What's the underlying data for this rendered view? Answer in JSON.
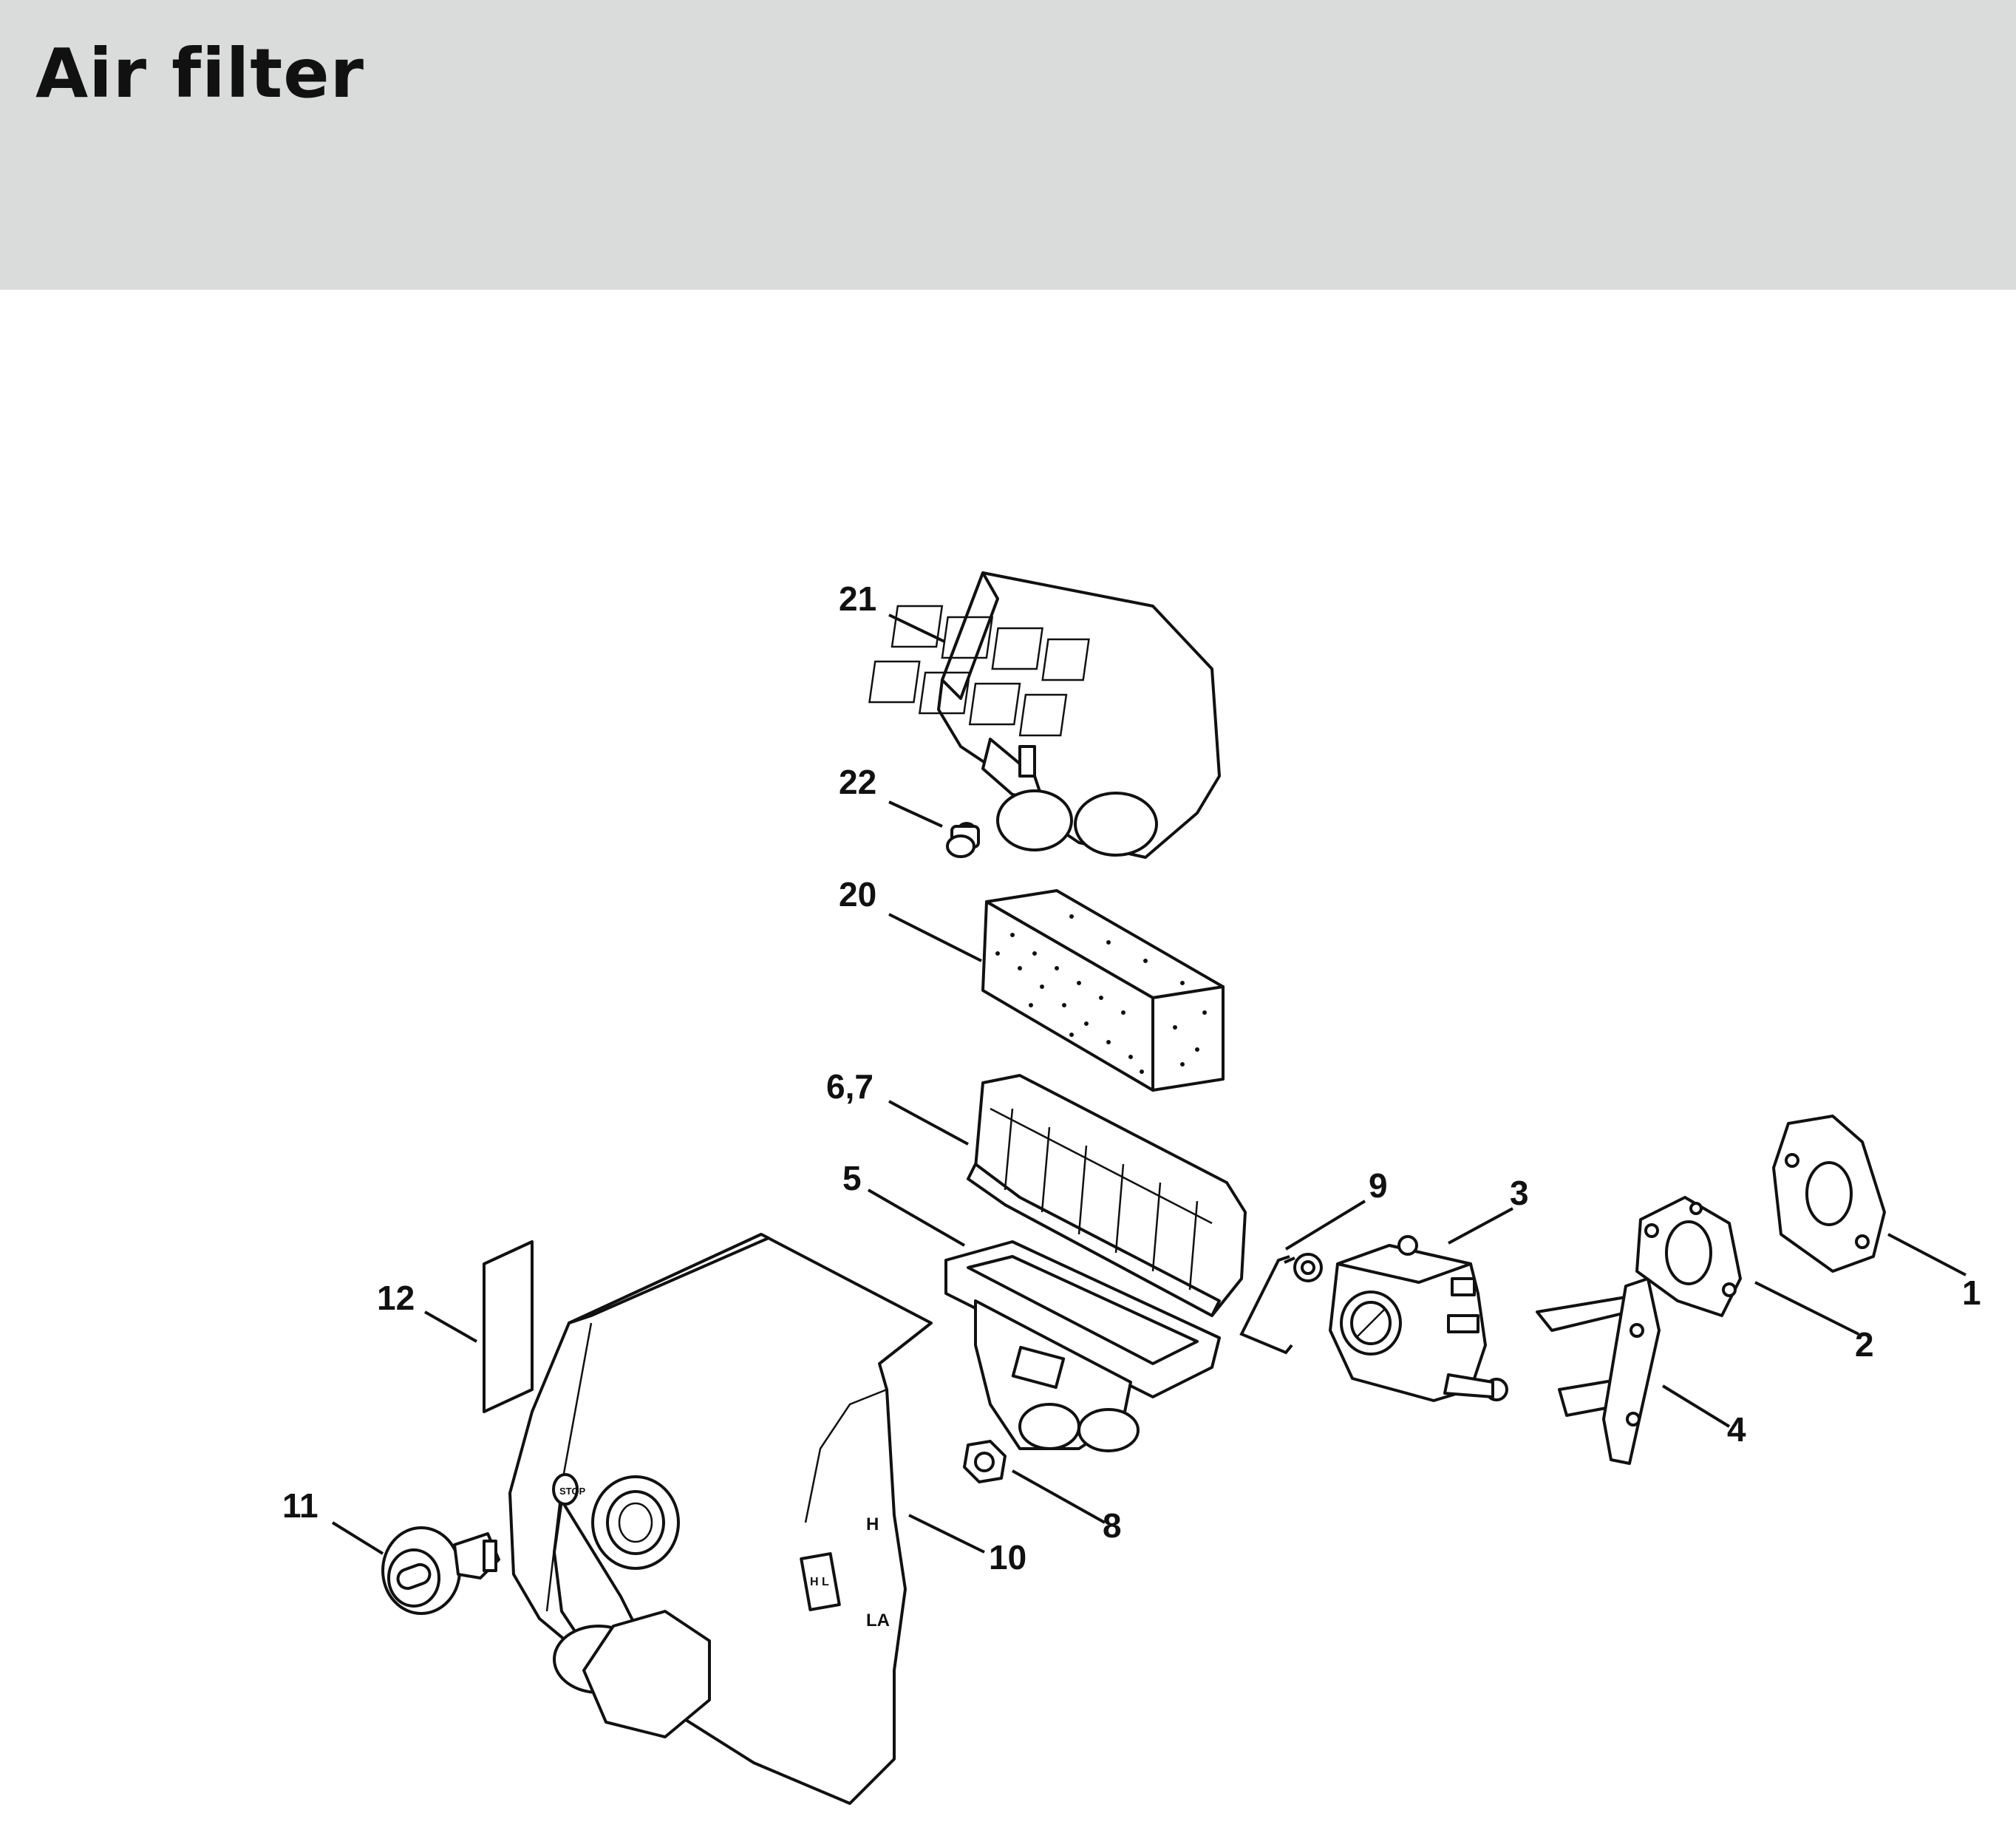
{
  "header": {
    "title": "Air filter"
  },
  "callouts": [
    {
      "id": "21",
      "label": "21"
    },
    {
      "id": "22",
      "label": "22"
    },
    {
      "id": "20",
      "label": "20"
    },
    {
      "id": "6-7",
      "label": "6,7"
    },
    {
      "id": "5",
      "label": "5"
    },
    {
      "id": "9",
      "label": "9"
    },
    {
      "id": "3",
      "label": "3"
    },
    {
      "id": "1",
      "label": "1"
    },
    {
      "id": "2",
      "label": "2"
    },
    {
      "id": "4",
      "label": "4"
    },
    {
      "id": "12",
      "label": "12"
    },
    {
      "id": "8",
      "label": "8"
    },
    {
      "id": "10",
      "label": "10"
    },
    {
      "id": "11",
      "label": "11"
    }
  ],
  "cover_markings": {
    "stop": "STOP",
    "h": "H",
    "la": "LA",
    "hl": "H L"
  }
}
